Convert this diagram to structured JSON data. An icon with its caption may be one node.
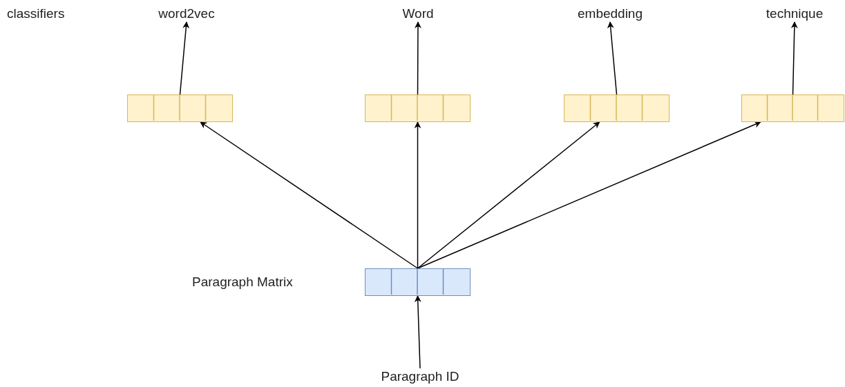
{
  "diagram": {
    "nodes": [
      {
        "text": [
          "word2vec"
        ]
      },
      {
        "text": [
          "Word"
        ]
      },
      {
        "text": [
          "embedding"
        ]
      },
      {
        "text": [
          "technique"
        ]
      },
      {
        "text": [],
        "shape": "bar"
      },
      {
        "text": [],
        "shape": "bar"
      },
      {
        "text": [],
        "shape": "bar"
      },
      {
        "text": [],
        "shape": "bar"
      },
      {
        "text": [],
        "shape": "bar"
      },
      {
        "text": [
          "Paragraph ID"
        ]
      }
    ],
    "edges": [
      {
        "from": 4,
        "to": 0,
        "arrow": "to"
      },
      {
        "from": 5,
        "to": 1,
        "arrow": "to"
      },
      {
        "from": 6,
        "to": 2,
        "arrow": "to"
      },
      {
        "from": 7,
        "to": 3,
        "arrow": "to"
      },
      {
        "from": 8,
        "to": 4,
        "arrow": "to"
      },
      {
        "from": 8,
        "to": 5,
        "arrow": "to"
      },
      {
        "from": 8,
        "to": 6,
        "arrow": "to"
      },
      {
        "from": 8,
        "to": 7,
        "arrow": "to"
      },
      {
        "from": 9,
        "to": 8,
        "arrow": "to"
      }
    ],
    "labels": [
      "classifiers",
      "Paragraph Matrix"
    ]
  }
}
